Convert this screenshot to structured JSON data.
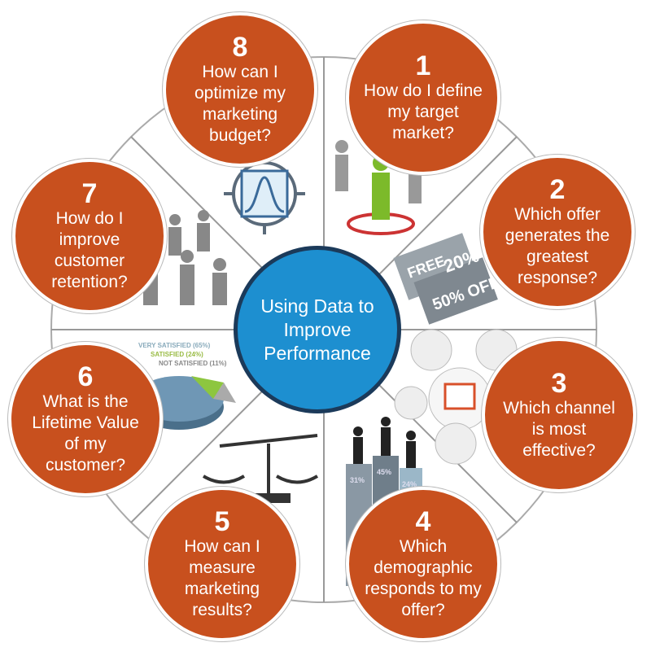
{
  "center": {
    "title": "Using Data to Improve Performance"
  },
  "questions": [
    {
      "number": "1",
      "text": "How do I define my target market?"
    },
    {
      "number": "2",
      "text": "Which offer generates the greatest response?"
    },
    {
      "number": "3",
      "text": "Which channel is most effective?"
    },
    {
      "number": "4",
      "text": "Which demographic responds to my offer?"
    },
    {
      "number": "5",
      "text": "How can I measure marketing results?"
    },
    {
      "number": "6",
      "text": "What is the Lifetime Value of my customer?"
    },
    {
      "number": "7",
      "text": "How do I improve customer retention?"
    },
    {
      "number": "8",
      "text": "How can I optimize my marketing budget?"
    }
  ],
  "pie_labels": [
    "VERY SATISFIED (65%)",
    "SATISFIED (24%)",
    "NOT SATISFIED (11%)"
  ],
  "bar_labels": [
    "31%",
    "45%",
    "24%"
  ],
  "coupon_labels": [
    "FREE",
    "20%",
    "50% OFF"
  ],
  "colors": {
    "bubble": "#c8501e",
    "hub": "#1d8fd0",
    "hub_border": "#1b3a5a"
  }
}
